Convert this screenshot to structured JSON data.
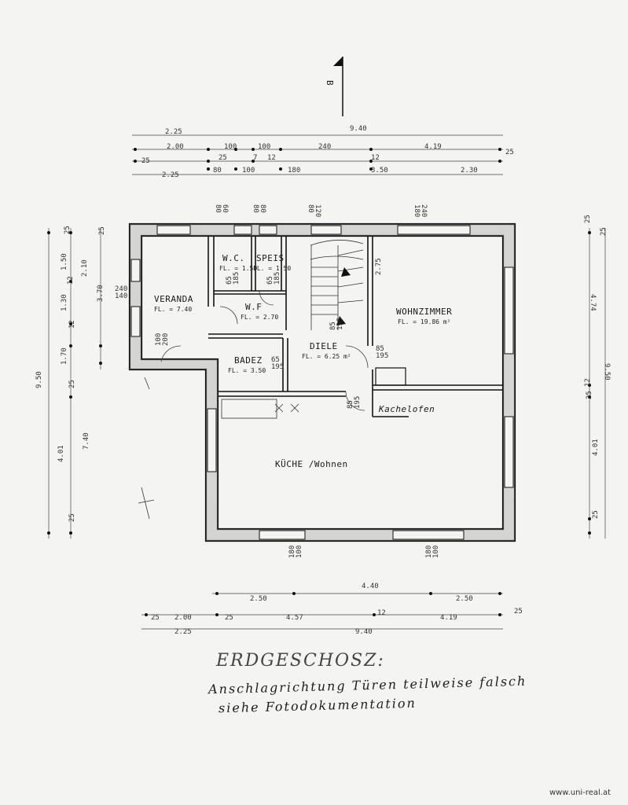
{
  "north_arrow": {
    "label": "B"
  },
  "dimensions_top": {
    "overall": "9.40",
    "row1": [
      "2.25"
    ],
    "row2": [
      "2.00",
      "100",
      "100",
      "240",
      "4.19",
      "25"
    ],
    "row3": [
      "25",
      "25",
      "7",
      "12",
      "12"
    ],
    "row4": [
      "2.25",
      "80",
      "100",
      "180",
      "3.50",
      "2.30"
    ],
    "openings": [
      "60\n80",
      "80\n80",
      "120\n80",
      "240\n180"
    ]
  },
  "dimensions_left": {
    "overall": "9.50",
    "segments": [
      "25",
      "25",
      "1.50",
      "12",
      "2.10",
      "3.70",
      "1.30",
      "12",
      "1.70",
      "25",
      "7.40",
      "4.01",
      "25"
    ],
    "windows": [
      "240\n140",
      "100\n200"
    ]
  },
  "dimensions_right": {
    "overall": "9.50",
    "segments": [
      "25",
      "25",
      "4.74",
      "12",
      "25",
      "4.01",
      "25"
    ]
  },
  "dimensions_bottom": {
    "overall": "9.40",
    "row1": [
      "2.50",
      "4.40",
      "2.50"
    ],
    "row2": [
      "25",
      "2.00",
      "25",
      "4.57",
      "12",
      "4.19",
      "25"
    ],
    "row3": [
      "2.25"
    ],
    "openings": [
      "180\n100",
      "180\n100"
    ]
  },
  "rooms": {
    "wc": {
      "name": "W.C.",
      "area": "FL. = 1.50"
    },
    "speis": {
      "name": "SPEIS",
      "area": "FL. = 1.50"
    },
    "veranda": {
      "name": "VERANDA",
      "area": "FL. = 7.40"
    },
    "wf": {
      "name": "W.F",
      "area": "FL. = 2.70"
    },
    "diele": {
      "name": "DIELE",
      "area": "FL. = 6.25 m²"
    },
    "wohnzimmer": {
      "name": "WOHNZIMMER",
      "area": "FL. = 19.86 m²"
    },
    "badez": {
      "name": "BADEZ",
      "area": "FL. = 3.50"
    },
    "kachelofen": {
      "name": "Kachelofen"
    },
    "kueche": {
      "name": "KÜCHE /Wohnen"
    }
  },
  "door_labels": [
    "65\n185",
    "65\n185",
    "85\n195",
    "65\n195",
    "85\n195",
    "85\n195",
    "2.75"
  ],
  "notes": {
    "title": "ERDGESCHOSZ:",
    "line1": "Anschlagrichtung Türen teilweise falsch",
    "line2": "siehe Fotodokumentation"
  },
  "watermark": "www.uni-real.at"
}
